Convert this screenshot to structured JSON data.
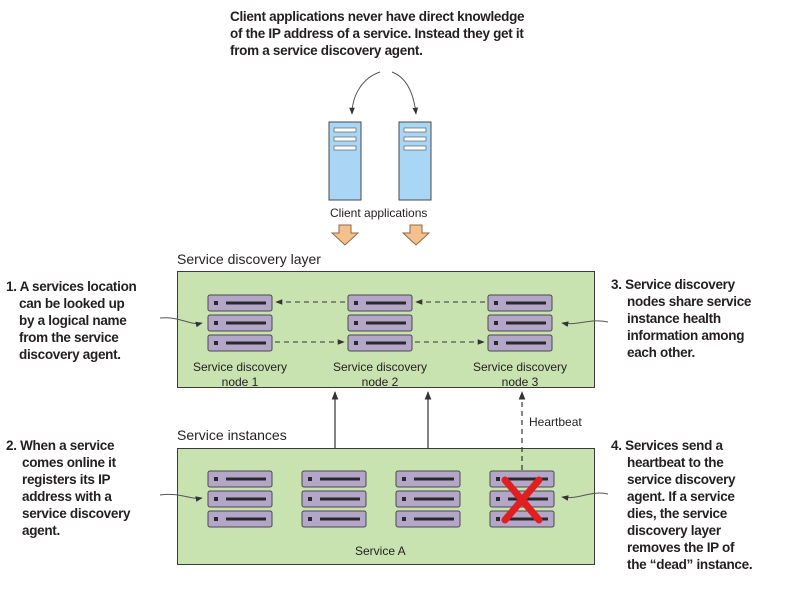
{
  "top_note": [
    "Client applications never have direct knowledge",
    "of the IP address of a service. Instead they get it",
    "from a service discovery agent."
  ],
  "client_label": "Client applications",
  "discovery_layer": {
    "title": "Service discovery layer",
    "nodes": [
      {
        "line1": "Service discovery",
        "line2": "node 1"
      },
      {
        "line1": "Service discovery",
        "line2": "node 2"
      },
      {
        "line1": "Service discovery",
        "line2": "node 3"
      }
    ]
  },
  "instances_layer": {
    "title": "Service instances",
    "service_label": "Service A"
  },
  "heartbeat_label": "Heartbeat",
  "notes": {
    "note1": [
      "1. A services location",
      "can be looked up",
      "by a logical name",
      "from the service",
      "discovery agent."
    ],
    "note2": [
      "2. When a service",
      "comes online it",
      "registers its IP",
      "address with a",
      "service discovery",
      "agent."
    ],
    "note3": [
      "3. Service discovery",
      "nodes share service",
      "instance health",
      "information among",
      "each other."
    ],
    "note4": [
      "4. Services send a",
      "heartbeat to the",
      "service discovery",
      "agent. If a service",
      "dies, the service",
      "discovery layer",
      "removes the IP of",
      "the “dead” instance."
    ]
  },
  "colors": {
    "box_fill": "#c8e2b0",
    "server_fill": "#b4a6c9",
    "client_fill": "#a9d6f5",
    "arrow_fill": "#f6c08d",
    "dead_x": "#e02020"
  }
}
